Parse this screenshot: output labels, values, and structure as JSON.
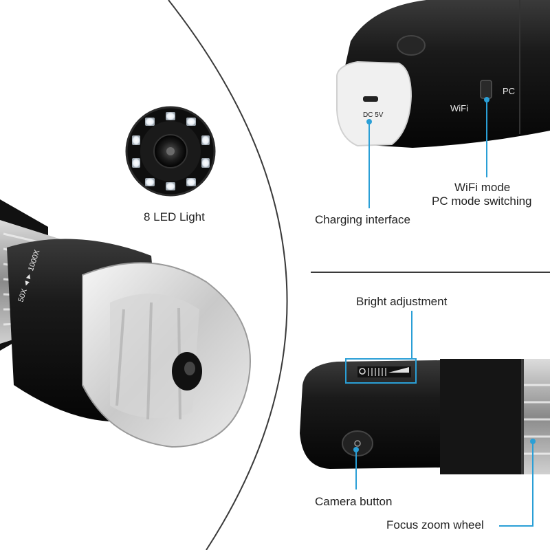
{
  "labels": {
    "led": "8 LED Light",
    "charging": "Charging interface",
    "mode_line1": "WiFi mode",
    "mode_line2": "PC mode switching",
    "bright": "Bright adjustment",
    "camera": "Camera button",
    "focus": "Focus zoom wheel"
  },
  "device_markings": {
    "dc": "DC 5V",
    "wifi": "WiFi",
    "pc": "PC",
    "zoom": "50X ◄► 1000X"
  },
  "colors": {
    "callout": "#2a9fd6",
    "divider": "#3a3a3a",
    "body": "#1c1c1c"
  }
}
